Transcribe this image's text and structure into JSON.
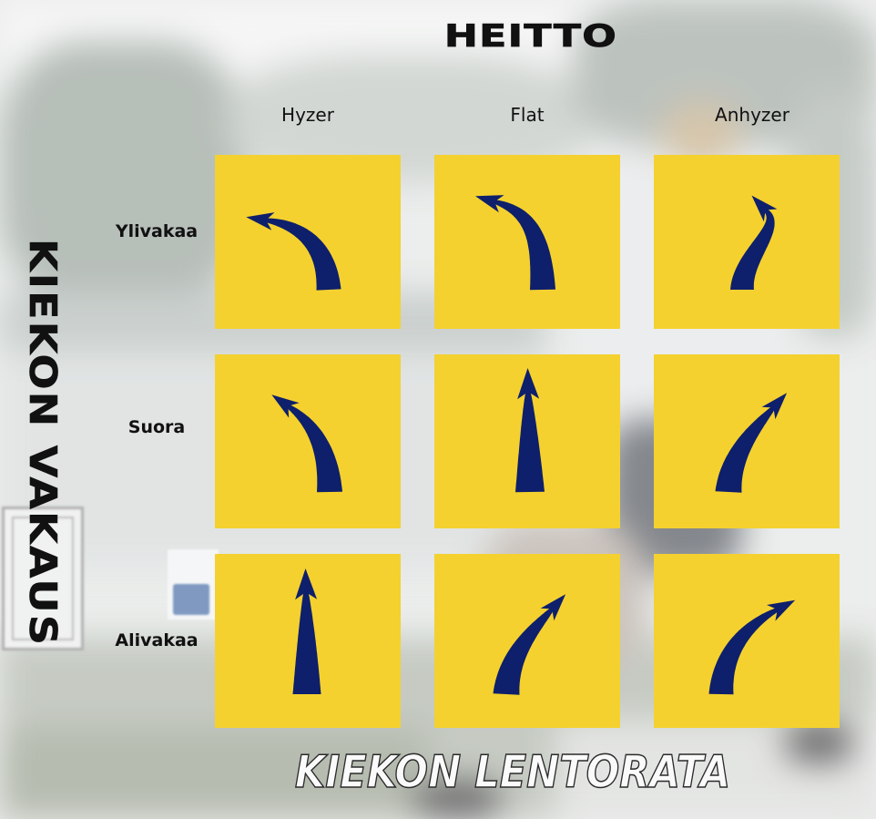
{
  "header": {
    "title": "HEITTO"
  },
  "side_label": "KIEKON VAKAUS",
  "columns": [
    "Hyzer",
    "Flat",
    "Anhyzer"
  ],
  "rows": [
    {
      "label": "Ylivakaa",
      "cells": [
        {
          "icon": "curve-left-arrow-icon"
        },
        {
          "icon": "late-curve-left-arrow-icon"
        },
        {
          "icon": "s-curve-arrow-icon"
        }
      ]
    },
    {
      "label": "Suora",
      "cells": [
        {
          "icon": "curve-left-arrow-icon"
        },
        {
          "icon": "straight-up-arrow-icon"
        },
        {
          "icon": "curve-right-arrow-icon"
        }
      ]
    },
    {
      "label": "Alivakaa",
      "cells": [
        {
          "icon": "straight-up-arrow-icon"
        },
        {
          "icon": "curve-right-arrow-icon"
        },
        {
          "icon": "curve-right-arrow-icon"
        }
      ]
    }
  ],
  "footer": {
    "caption": "KIEKON LENTORATA"
  },
  "colors": {
    "cell": "#F4D12F",
    "arrow": "#0E1F6B",
    "text": "#111111",
    "caption_stroke": "#2B2B2B"
  }
}
